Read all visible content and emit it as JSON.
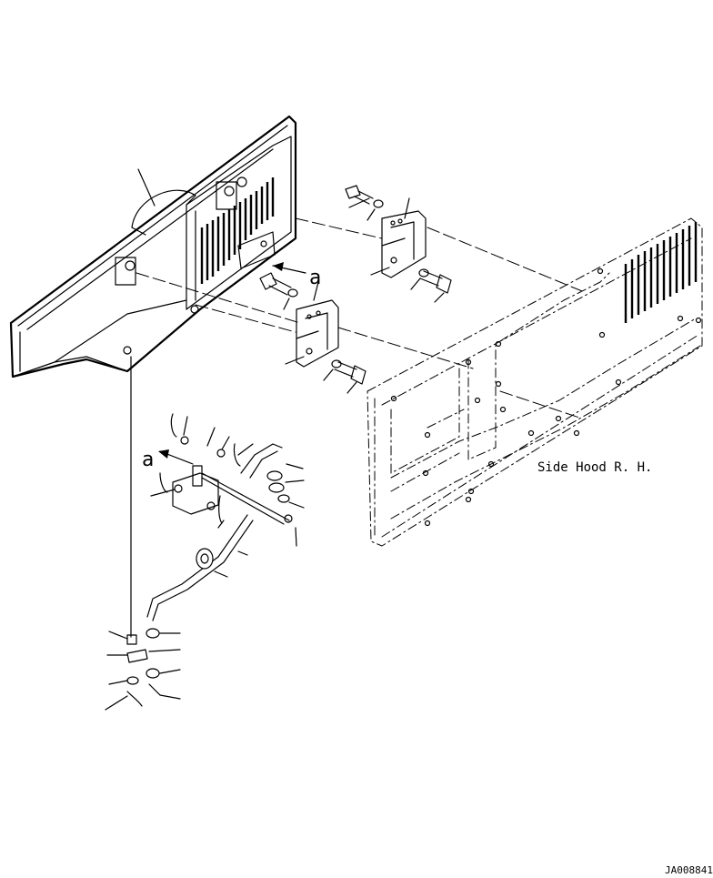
{
  "labels": {
    "arrow_a": "a",
    "side_hood": "Side Hood R. H.",
    "doc_id": "JA008841"
  },
  "colors": {
    "ink": "#000000",
    "paper": "#ffffff"
  }
}
